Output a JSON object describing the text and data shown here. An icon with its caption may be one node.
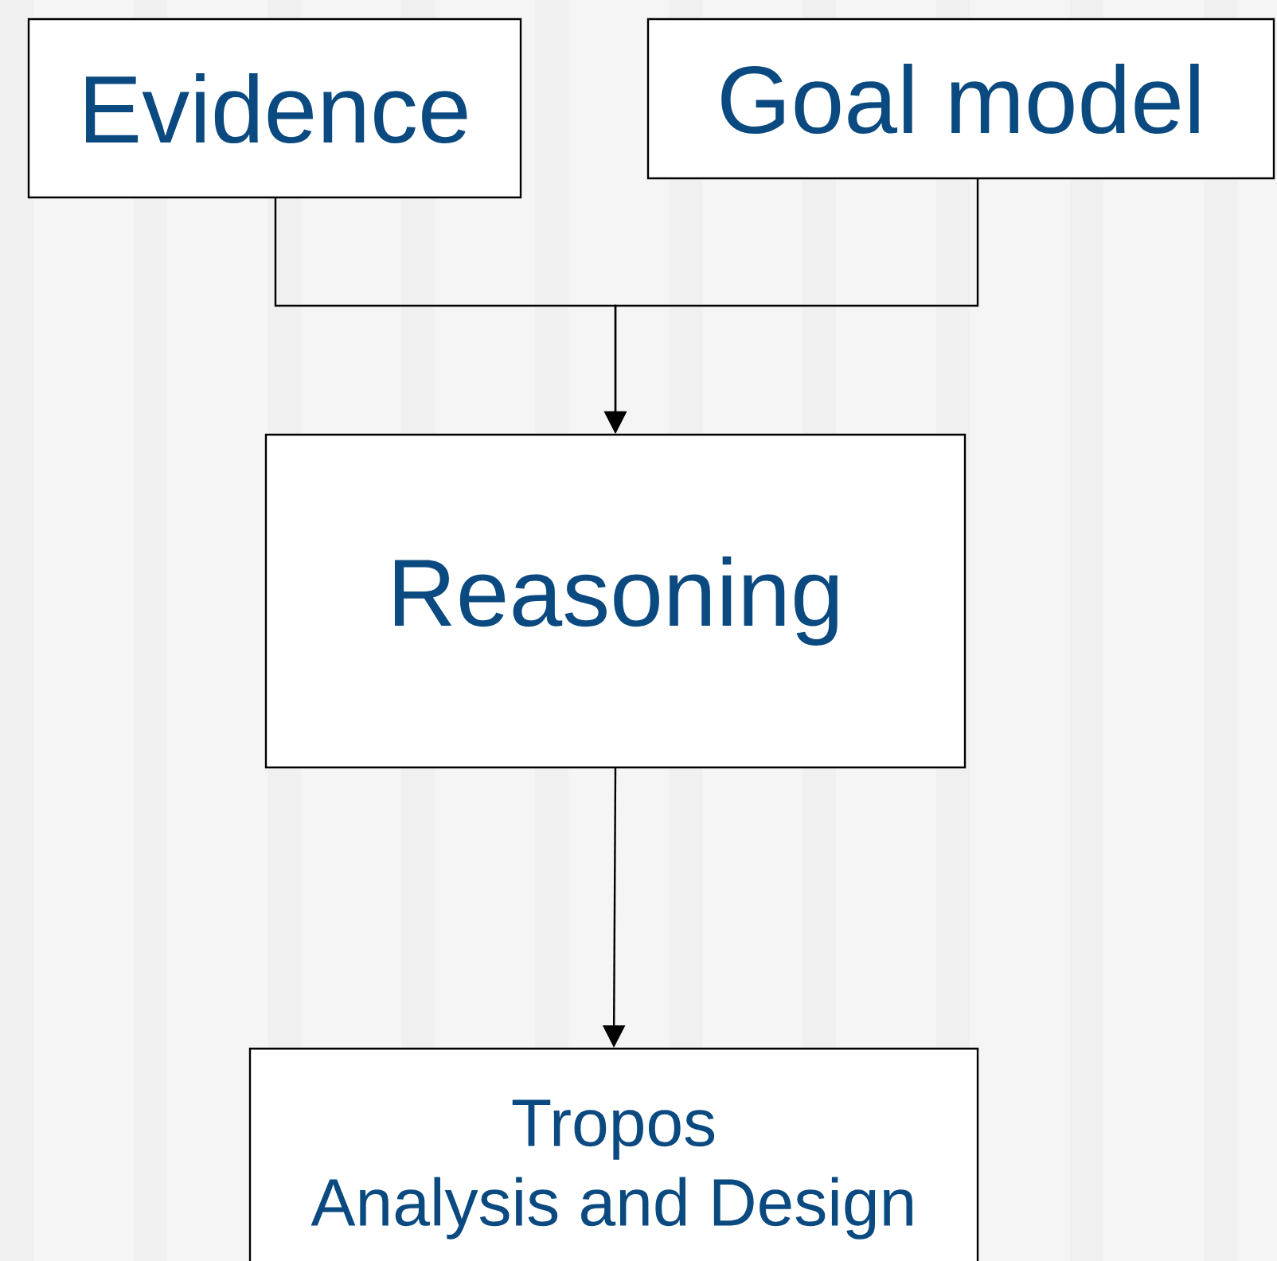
{
  "diagram": {
    "nodes": [
      {
        "text": [
          "Evidence"
        ]
      },
      {
        "text": [
          "Goal model"
        ]
      },
      {
        "text": [
          "Reasoning"
        ]
      },
      {
        "text": [
          "Tropos",
          "Analysis and Design"
        ]
      }
    ],
    "edges": [
      {
        "from": 0,
        "to": 2,
        "arrow": "to"
      },
      {
        "from": 1,
        "to": 2,
        "arrow": "to"
      },
      {
        "from": 2,
        "to": 3,
        "arrow": "to"
      }
    ]
  }
}
